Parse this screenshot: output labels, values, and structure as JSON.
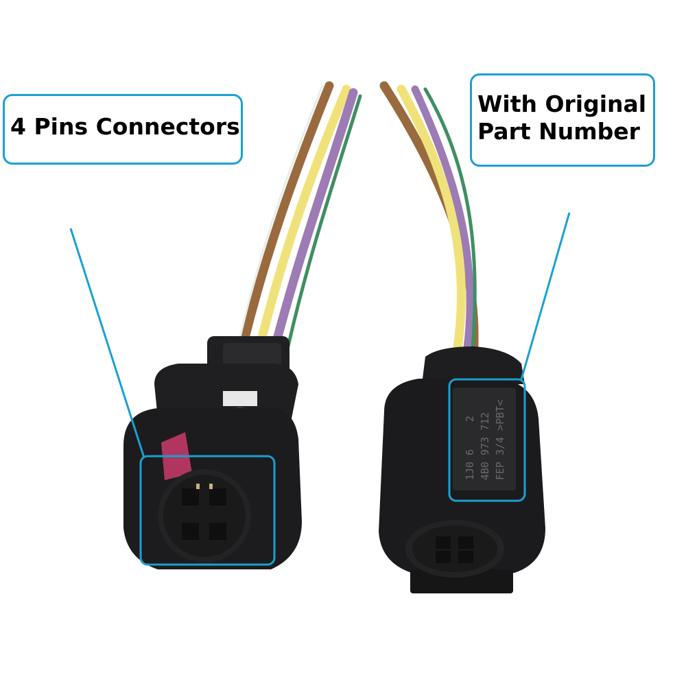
{
  "callouts": {
    "left": {
      "text": "4 Pins Connectors"
    },
    "right": {
      "line1": "With Original",
      "line2": "Part Number"
    }
  },
  "connector_marking": {
    "line1": "1J0 6",
    "line2": "2",
    "line3": "4B0 973 712",
    "line4": "FEP 3/4 >PBT<"
  },
  "colors": {
    "callout_border": "#1aa0d2",
    "leader_line": "#1aa0d2",
    "connector_body": "#1f1f21",
    "wire_brown": "#9a6a3f",
    "wire_yellow": "#f0e27a",
    "wire_purple": "#9d7bb4",
    "wire_green_white": "#3f8f62"
  }
}
